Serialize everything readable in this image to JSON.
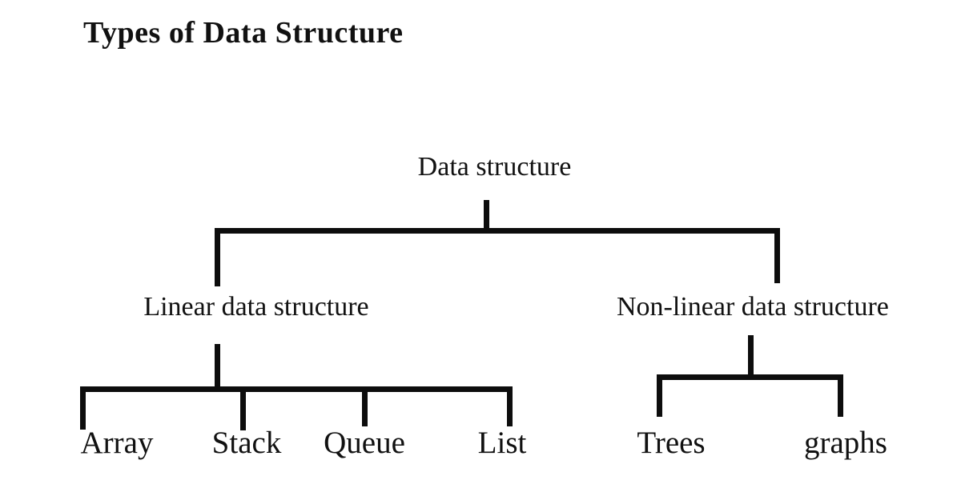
{
  "page": {
    "title": "Types of Data Structure"
  },
  "tree": {
    "root": {
      "label": "Data structure"
    },
    "branches": [
      {
        "label": "Linear data structure",
        "children": [
          "Array",
          "Stack",
          "Queue",
          "List"
        ]
      },
      {
        "label": "Non-linear data structure",
        "children": [
          "Trees",
          "graphs"
        ]
      }
    ]
  },
  "colors": {
    "background": "#ffffff",
    "line": "#0d0d0d",
    "text": "#111111"
  }
}
